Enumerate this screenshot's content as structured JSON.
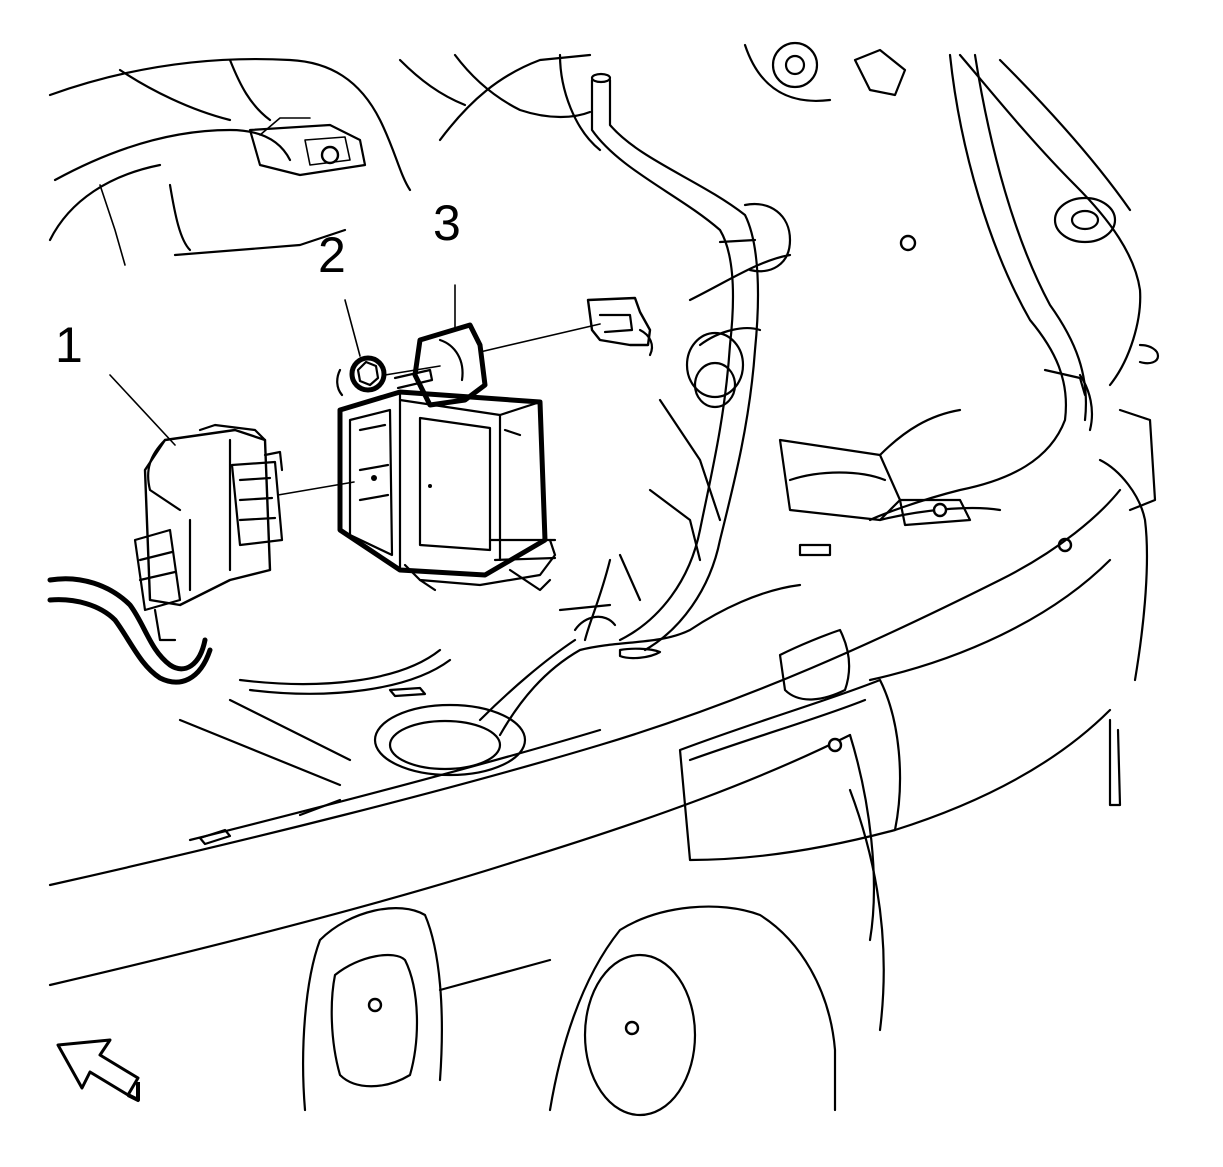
{
  "callouts": [
    {
      "id": "1",
      "label": "1"
    },
    {
      "id": "2",
      "label": "2"
    },
    {
      "id": "3",
      "label": "3"
    }
  ],
  "icons": {
    "view_direction": "view-direction-arrow-icon"
  },
  "colors": {
    "line": "#000000",
    "background": "#ffffff"
  }
}
